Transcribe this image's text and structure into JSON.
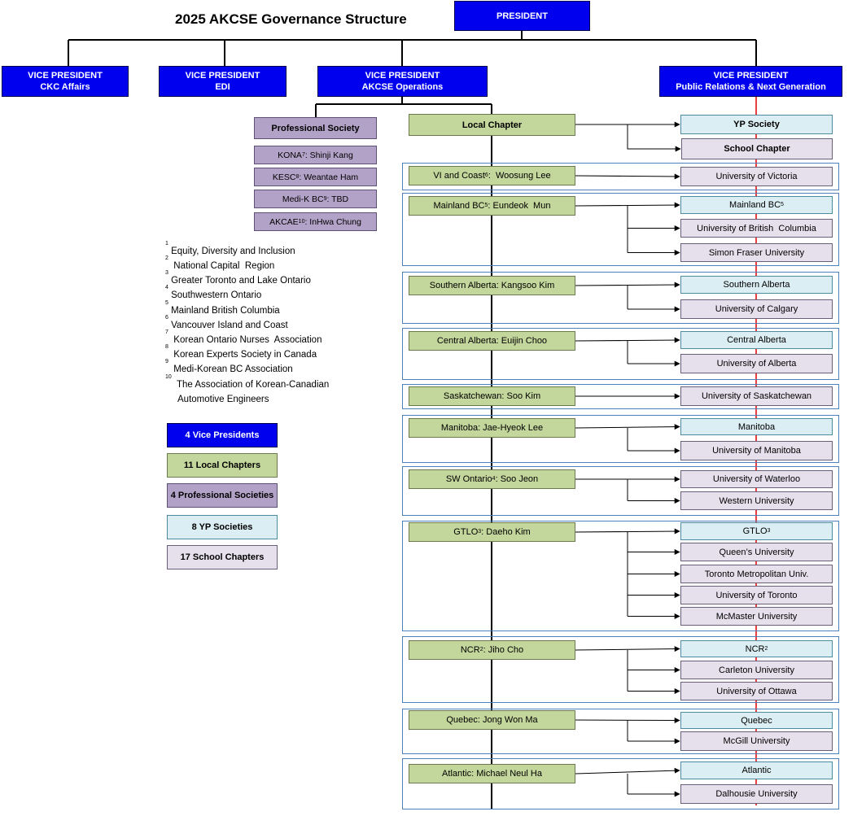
{
  "title": "2025 AKCSE Governance Structure",
  "president": "PRESIDENT",
  "vps": [
    {
      "line1": "VICE PRESIDENT",
      "line2": "CKC Affairs"
    },
    {
      "line1": "VICE PRESIDENT",
      "line2": "EDI"
    },
    {
      "line1": "VICE PRESIDENT",
      "line2": "AKCSE Operations"
    },
    {
      "line1": "VICE PRESIDENT",
      "line2": "Public Relations & Next Generation"
    }
  ],
  "professional_header": "Professional Society",
  "professional": [
    {
      "name": "KONA",
      "sup": "7",
      "person": ": Shinji Kang"
    },
    {
      "name": "KESC",
      "sup": "8",
      "person": ": Weantae Ham"
    },
    {
      "name": "Medi-K BC",
      "sup": "9",
      "person": ": TBD"
    },
    {
      "name": "AKCAE",
      "sup": "10",
      "person": ": InHwa Chung"
    }
  ],
  "local_header": "Local Chapter",
  "yp_header": "YP Society",
  "school_header": "School Chapter",
  "footnotes": [
    {
      "n": "1",
      "t": " Equity, Diversity and Inclusion"
    },
    {
      "n": "2",
      "t": "  National Capital  Region"
    },
    {
      "n": "3",
      "t": " Greater Toronto and Lake Ontario"
    },
    {
      "n": "4",
      "t": " Southwestern Ontario"
    },
    {
      "n": "5",
      "t": " Mainland British Columbia"
    },
    {
      "n": "6",
      "t": " Vancouver Island and Coast"
    },
    {
      "n": "7",
      "t": "  Korean Ontario Nurses  Association"
    },
    {
      "n": "8",
      "t": "  Korean Experts Society in Canada"
    },
    {
      "n": "9",
      "t": "  Medi-Korean BC Association"
    },
    {
      "n": "10",
      "t": "  The Association of Korean-Canadian"
    },
    {
      "n": "",
      "t": "Automotive Engineers"
    }
  ],
  "legend": [
    "4 Vice Presidents",
    "11 Local Chapters",
    "4 Professional Societies",
    "8 YP Societies",
    "17 School Chapters"
  ],
  "chapters": [
    {
      "pre": "VI and Coast",
      "sup": "6",
      "post": ":  Woosung Lee",
      "items": [
        {
          "type": "school",
          "label": "University of Victoria"
        }
      ]
    },
    {
      "pre": "Mainland BC",
      "sup": "5",
      "post": ": Eundeok  Mun",
      "items": [
        {
          "type": "yp",
          "label": "Mainland BC",
          "sup": "5"
        },
        {
          "type": "school",
          "label": "University of British  Columbia"
        },
        {
          "type": "school",
          "label": "Simon Fraser University"
        }
      ]
    },
    {
      "pre": "Southern Alberta: Kangsoo Kim",
      "sup": "",
      "post": "",
      "items": [
        {
          "type": "yp",
          "label": "Southern Alberta"
        },
        {
          "type": "school",
          "label": "University of Calgary"
        }
      ]
    },
    {
      "pre": "Central Alberta: Euijin Choo",
      "sup": "",
      "post": "",
      "items": [
        {
          "type": "yp",
          "label": "Central Alberta"
        },
        {
          "type": "school",
          "label": "University of Alberta"
        }
      ]
    },
    {
      "pre": "Saskatchewan: Soo Kim",
      "sup": "",
      "post": "",
      "items": [
        {
          "type": "school",
          "label": "University of Saskatchewan"
        }
      ]
    },
    {
      "pre": "Manitoba: Jae-Hyeok Lee",
      "sup": "",
      "post": "",
      "items": [
        {
          "type": "yp",
          "label": "Manitoba"
        },
        {
          "type": "school",
          "label": "University of Manitoba"
        }
      ]
    },
    {
      "pre": "SW Ontario",
      "sup": "4",
      "post": ": Soo Jeon",
      "items": [
        {
          "type": "school",
          "label": "University of Waterloo"
        },
        {
          "type": "school",
          "label": "Western University"
        }
      ]
    },
    {
      "pre": "GTLO",
      "sup": "3",
      "post": ": Daeho Kim",
      "items": [
        {
          "type": "yp",
          "label": "GTLO",
          "sup": "3"
        },
        {
          "type": "school",
          "label": "Queen’s University"
        },
        {
          "type": "school",
          "label": "Toronto Metropolitan Univ."
        },
        {
          "type": "school",
          "label": "University of Toronto"
        },
        {
          "type": "school",
          "label": "McMaster University"
        }
      ]
    },
    {
      "pre": "NCR",
      "sup": "2",
      "post": ": Jiho Cho",
      "items": [
        {
          "type": "yp",
          "label": "NCR",
          "sup": "2"
        },
        {
          "type": "school",
          "label": "Carleton University"
        },
        {
          "type": "school",
          "label": "University of Ottawa"
        }
      ]
    },
    {
      "pre": "Quebec: Jong Won Ma",
      "sup": "",
      "post": "",
      "items": [
        {
          "type": "yp",
          "label": "Quebec"
        },
        {
          "type": "school",
          "label": "McGill University"
        }
      ]
    },
    {
      "pre": "Atlantic: Michael Neul Ha",
      "sup": "",
      "post": "",
      "items": [
        {
          "type": "yp",
          "label": "Atlantic"
        },
        {
          "type": "school",
          "label": "Dalhousie University"
        }
      ]
    }
  ],
  "colors": {
    "vp": "#0000ee",
    "local": "#c3d69b",
    "professional": "#b3a2c7",
    "yp": "#dbeef4",
    "school": "#e6e0ec",
    "group_border": "#4f81bd",
    "red_line": "#e00000"
  }
}
